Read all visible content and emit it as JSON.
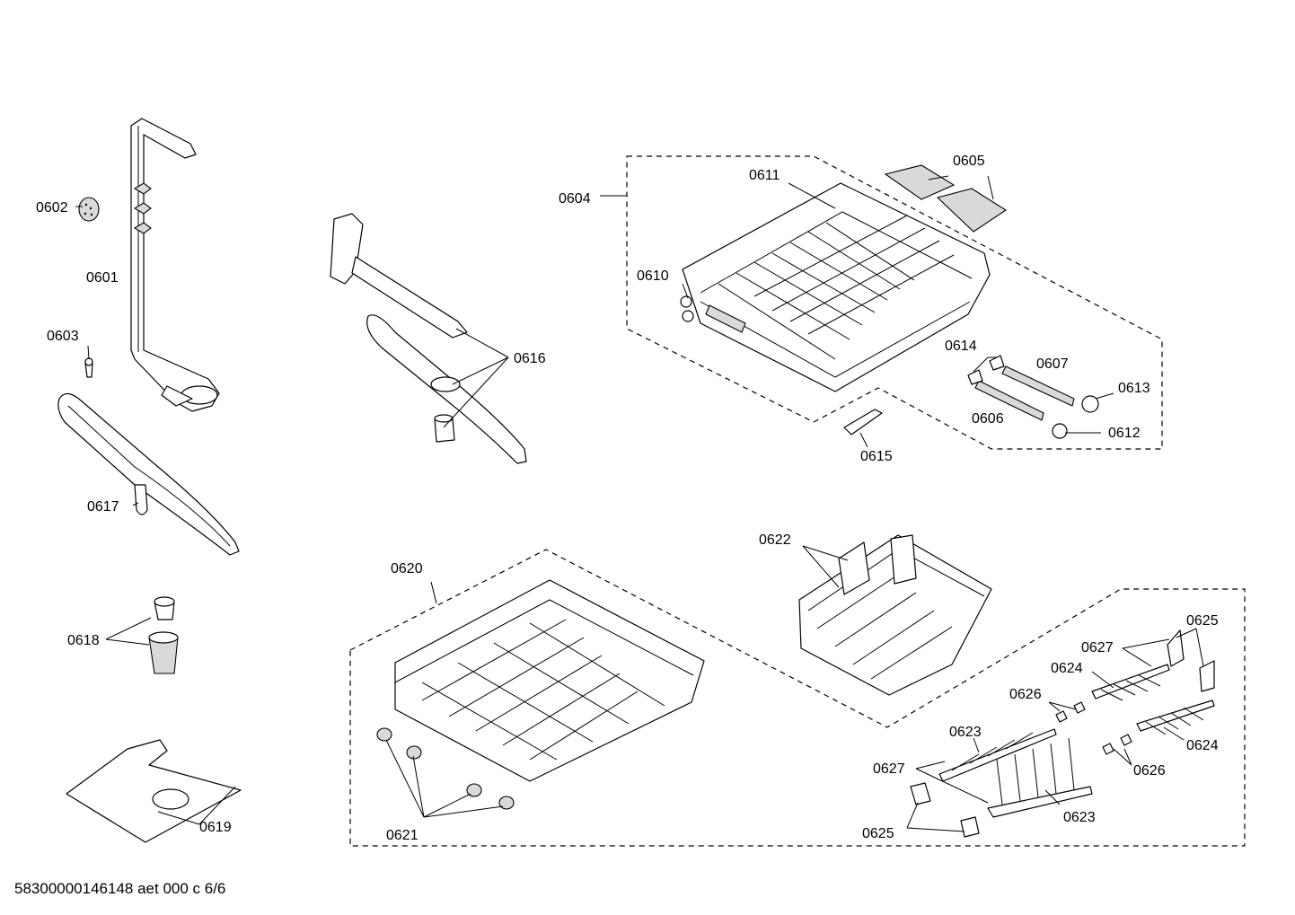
{
  "diagram": {
    "labels": {
      "l0601": "0601",
      "l0602": "0602",
      "l0603": "0603",
      "l0604": "0604",
      "l0605": "0605",
      "l0606": "0606",
      "l0607": "0607",
      "l0610": "0610",
      "l0611": "0611",
      "l0612": "0612",
      "l0613": "0613",
      "l0614": "0614",
      "l0615": "0615",
      "l0616": "0616",
      "l0617": "0617",
      "l0618": "0618",
      "l0619": "0619",
      "l0620": "0620",
      "l0621": "0621",
      "l0622": "0622",
      "l0623a": "0623",
      "l0623b": "0623",
      "l0624a": "0624",
      "l0624b": "0624",
      "l0625a": "0625",
      "l0625b": "0625",
      "l0626a": "0626",
      "l0626b": "0626",
      "l0627a": "0627",
      "l0627b": "0627"
    },
    "footer": "58300000146148 aet 000 c 6/6"
  }
}
